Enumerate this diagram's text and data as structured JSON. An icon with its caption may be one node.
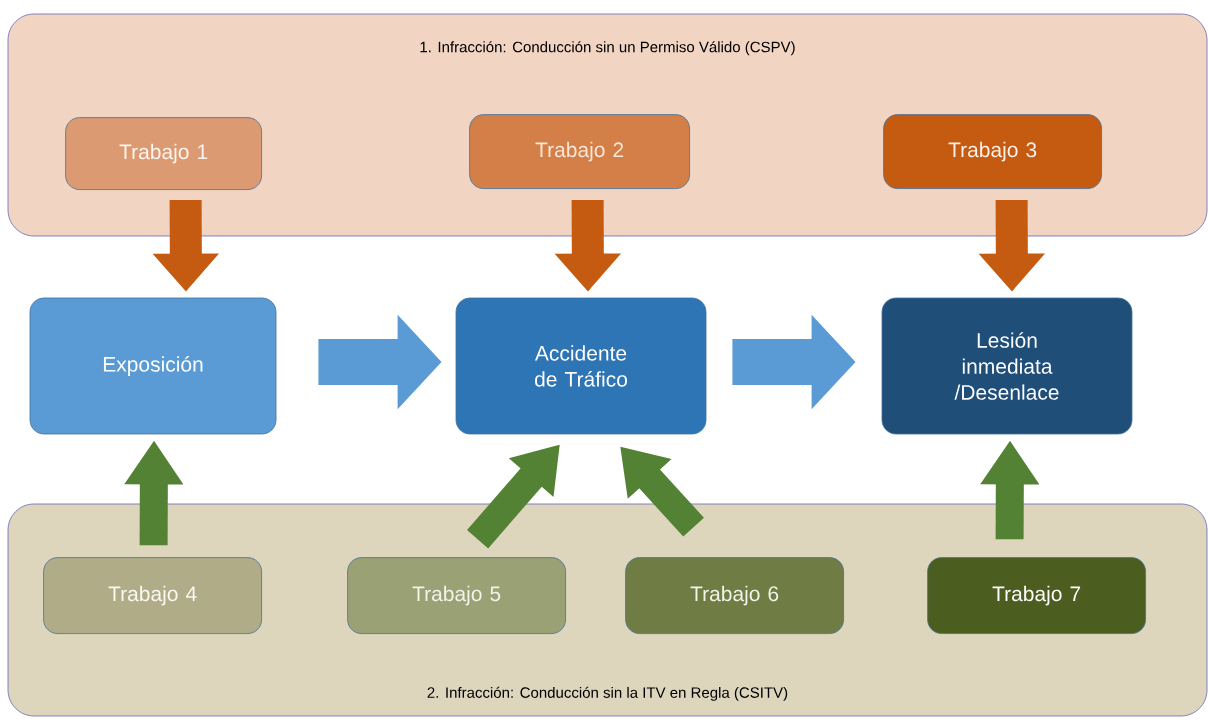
{
  "diagram": {
    "nodes": [
      {
        "text": [
          "1. Infracción: Conducción sin un Permiso Válido (CSPV)"
        ]
      },
      {
        "text": [
          "Trabajo 1"
        ],
        "in": 0
      },
      {
        "text": [
          "Trabajo 2"
        ],
        "in": 0
      },
      {
        "text": [
          "Trabajo 3"
        ],
        "in": 0
      },
      {
        "text": [
          "Exposición"
        ]
      },
      {
        "text": [
          "Accidente de Tráfico"
        ]
      },
      {
        "text": [
          "Lesión inmediata /Desenlace"
        ]
      },
      {
        "text": [
          "2. Infracción: Conducción sin la ITV en Regla (CSITV)"
        ]
      },
      {
        "text": [
          "Trabajo 4"
        ],
        "in": 7
      },
      {
        "text": [
          "Trabajo 5"
        ],
        "in": 7
      },
      {
        "text": [
          "Trabajo 6"
        ],
        "in": 7
      },
      {
        "text": [
          "Trabajo 7"
        ],
        "in": 7
      }
    ],
    "edges": [
      {
        "from": 1,
        "to": 4,
        "arrow": "to",
        "color": "#c55a11"
      },
      {
        "from": 2,
        "to": 5,
        "arrow": "to",
        "color": "#c55a11"
      },
      {
        "from": 3,
        "to": 6,
        "arrow": "to",
        "color": "#c55a11"
      },
      {
        "from": 4,
        "to": 5,
        "arrow": "to",
        "color": "#5b9bd5"
      },
      {
        "from": 5,
        "to": 6,
        "arrow": "to",
        "color": "#5b9bd5"
      },
      {
        "from": 8,
        "to": 4,
        "arrow": "to",
        "color": "#548235"
      },
      {
        "from": 9,
        "to": 5,
        "arrow": "to",
        "color": "#548235"
      },
      {
        "from": 10,
        "to": 5,
        "arrow": "to",
        "color": "#548235"
      },
      {
        "from": 11,
        "to": 6,
        "arrow": "to",
        "color": "#548235"
      }
    ]
  }
}
